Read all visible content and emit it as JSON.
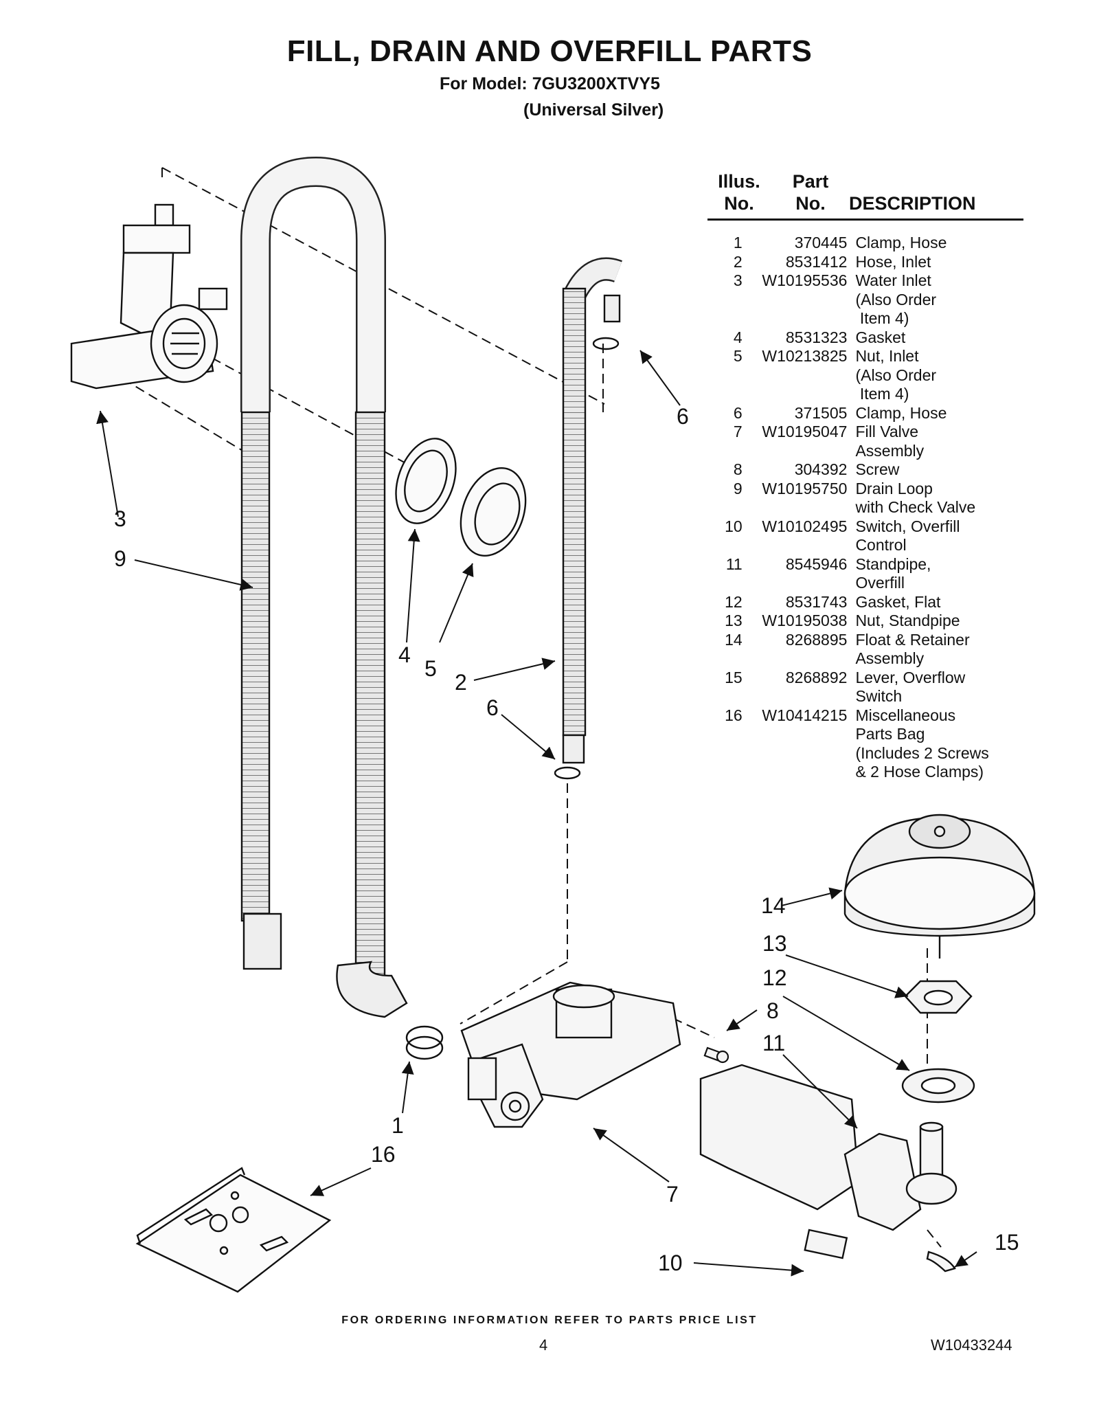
{
  "page": {
    "title": "FILL, DRAIN AND OVERFILL PARTS",
    "model_line": "For Model: 7GU3200XTVY5",
    "color_line": "(Universal Silver)"
  },
  "table": {
    "header_illus": [
      "Illus.",
      "No."
    ],
    "header_part": [
      "Part",
      "No."
    ],
    "header_desc": "DESCRIPTION",
    "rows": [
      {
        "no": "1",
        "part": "370445",
        "desc": [
          "Clamp, Hose"
        ]
      },
      {
        "no": "2",
        "part": "8531412",
        "desc": [
          "Hose, Inlet"
        ]
      },
      {
        "no": "3",
        "part": "W10195536",
        "desc": [
          "Water Inlet",
          "(Also Order",
          " Item 4)"
        ]
      },
      {
        "no": "4",
        "part": "8531323",
        "desc": [
          "Gasket"
        ]
      },
      {
        "no": "5",
        "part": "W10213825",
        "desc": [
          "Nut, Inlet",
          "(Also Order",
          " Item 4)"
        ]
      },
      {
        "no": "6",
        "part": "371505",
        "desc": [
          "Clamp, Hose"
        ]
      },
      {
        "no": "7",
        "part": "W10195047",
        "desc": [
          "Fill Valve",
          "Assembly"
        ]
      },
      {
        "no": "8",
        "part": "304392",
        "desc": [
          "Screw"
        ]
      },
      {
        "no": "9",
        "part": "W10195750",
        "desc": [
          "Drain Loop",
          "with Check Valve"
        ]
      },
      {
        "no": "10",
        "part": "W10102495",
        "desc": [
          "Switch, Overfill",
          "Control"
        ]
      },
      {
        "no": "11",
        "part": "8545946",
        "desc": [
          "Standpipe,",
          "Overfill"
        ]
      },
      {
        "no": "12",
        "part": "8531743",
        "desc": [
          "Gasket, Flat"
        ]
      },
      {
        "no": "13",
        "part": "W10195038",
        "desc": [
          "Nut, Standpipe"
        ]
      },
      {
        "no": "14",
        "part": "8268895",
        "desc": [
          "Float & Retainer",
          "Assembly"
        ]
      },
      {
        "no": "15",
        "part": "8268892",
        "desc": [
          "Lever, Overflow",
          "Switch"
        ]
      },
      {
        "no": "16",
        "part": "W10414215",
        "desc": [
          "Miscellaneous",
          "Parts Bag",
          "(Includes 2 Screws",
          "& 2 Hose Clamps)"
        ]
      }
    ]
  },
  "callouts": {
    "c1": "1",
    "c2": "2",
    "c3": "3",
    "c4": "4",
    "c5": "5",
    "c6a": "6",
    "c6b": "6",
    "c7": "7",
    "c8": "8",
    "c9": "9",
    "c10": "10",
    "c11": "11",
    "c12": "12",
    "c13": "13",
    "c14": "14",
    "c15": "15",
    "c16": "16"
  },
  "footer": {
    "note": "FOR ORDERING INFORMATION REFER TO PARTS PRICE LIST",
    "page_number": "4",
    "doc_number": "W10433244"
  }
}
